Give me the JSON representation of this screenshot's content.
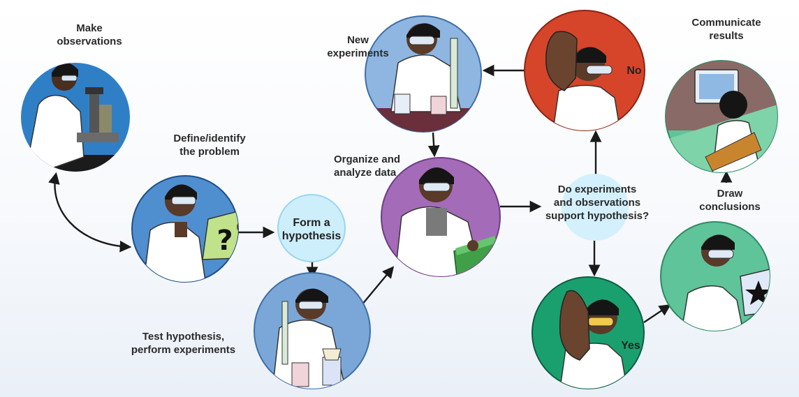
{
  "labels": {
    "make_observations": "Make\nobservations",
    "define_problem": "Define/identify\nthe problem",
    "form_hypothesis": "Form a\nhypothesis",
    "test_hypothesis": "Test hypothesis,\nperform experiments",
    "organize_data": "Organize and\nanalyze data",
    "new_experiments": "New\nexperiments",
    "support_question": "Do experiments\nand observations\nsupport hypothesis?",
    "no": "No",
    "yes": "Yes",
    "communicate_results": "Communicate\nresults",
    "draw_conclusions": "Draw\nconclusions"
  },
  "colors": {
    "observe_circle": "#2f7fc7",
    "define_circle": "#4f8fd0",
    "test_circle": "#7aa7d8",
    "organize_circle": "#a46bb8",
    "new_exp_circle": "#8fb6e0",
    "no_circle": "#d6452a",
    "yes_circle": "#19a06e",
    "conclusions_circle": "#5fc49a",
    "communicate_circle": "#5fc49a",
    "hypothesis_bubble": "#cdeefb",
    "arrow": "#1a1a1a"
  },
  "icons": {
    "observe": "microscope-icon",
    "define": "question-card-icon",
    "test": "beakers-icon",
    "organize": "folder-icon",
    "new_experiments": "test-tube-icon",
    "no": "thumbs-down-icon",
    "yes": "thumbs-up-icon",
    "conclusions": "star-card-icon",
    "communicate": "computer-icon"
  }
}
